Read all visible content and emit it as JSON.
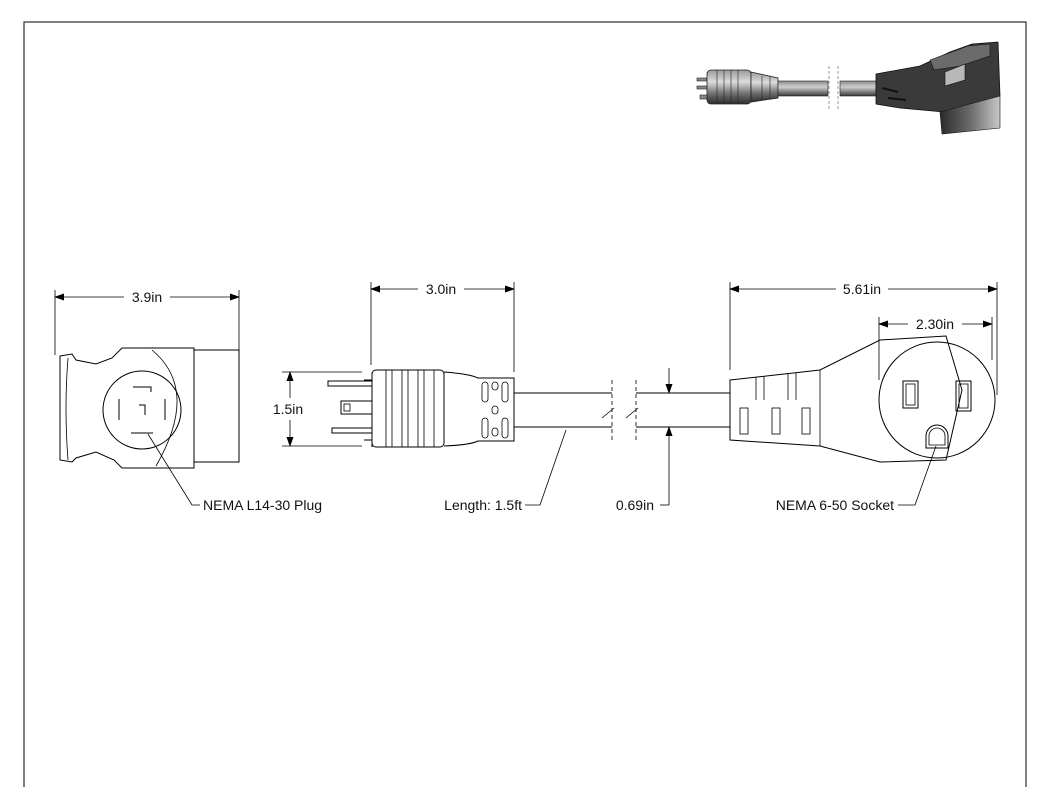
{
  "dimensions": {
    "plug_face_width": "3.9in",
    "plug_length": "3.0in",
    "plug_height": "1.5in",
    "socket_length": "5.61in",
    "socket_face_width": "2.30in",
    "cable_diameter": "0.69in"
  },
  "callouts": {
    "plug_type": "NEMA L14-30 Plug",
    "cable_length": "Length: 1.5ft",
    "socket_type": "NEMA 6-50 Socket"
  },
  "colors": {
    "line": "#000000",
    "body_fill": "#ffffff",
    "preview_dark": "#3a3a3a",
    "preview_mid": "#6b6b6b",
    "preview_light": "#b8b8b8"
  }
}
